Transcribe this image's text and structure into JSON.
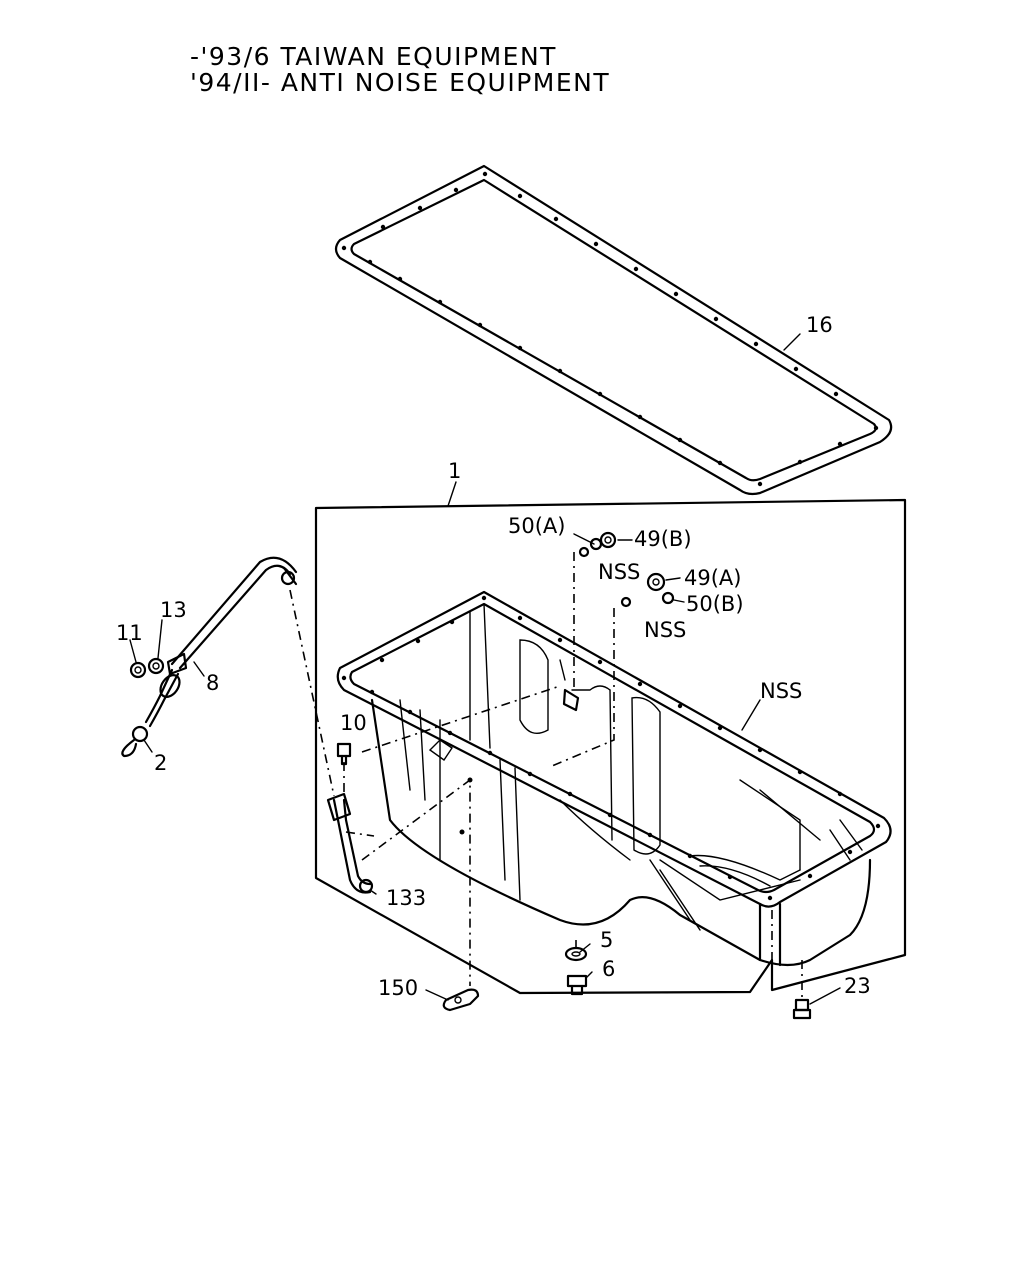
{
  "header": {
    "line1": "-'93/6 TAIWAN EQUIPMENT",
    "line2": "'94/II- ANTI NOISE EQUIPMENT"
  },
  "callouts": {
    "gasket": "16",
    "oil_pan_assembly": "1",
    "washer_50a": "50(A)",
    "nut_49b": "49(B)",
    "nss_upper": "NSS",
    "nut_49a": "49(A)",
    "washer_50b": "50(B)",
    "nss_middle": "NSS",
    "nss_pan": "NSS",
    "nut_11": "11",
    "washer_13": "13",
    "guide_tube_8": "8",
    "dipstick_2": "2",
    "bolt_10": "10",
    "clip_133": "133",
    "washer_5": "5",
    "drain_plug_6": "6",
    "bracket_150": "150",
    "bolt_23": "23"
  }
}
